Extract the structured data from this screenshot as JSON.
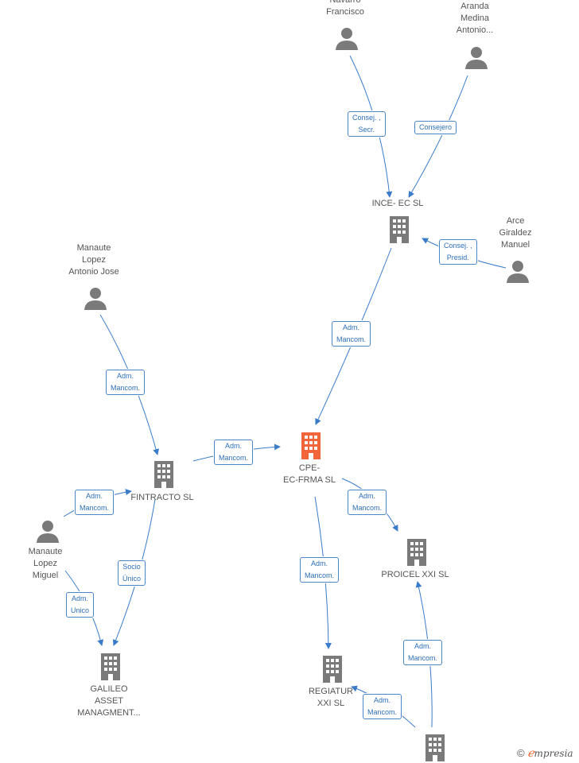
{
  "colors": {
    "edge": "#3a7cc9",
    "company": "#7a7a7a",
    "focus": "#f2643a",
    "person": "#7a7a7a"
  },
  "nodes": {
    "navarro": {
      "label": "Navarro\nFrancisco"
    },
    "aranda": {
      "label": "Aranda\nMedina\nAntonio..."
    },
    "ince": {
      "label": "INCE- EC  SL"
    },
    "arce": {
      "label": "Arce\nGiraldez\nManuel"
    },
    "manaute_aj": {
      "label": "Manaute\nLopez\nAntonio Jose"
    },
    "fintracto": {
      "label": "FINTRACTO  SL"
    },
    "cpe": {
      "label": "CPE-\nEC-FRMA  SL"
    },
    "manaute_m": {
      "label": "Manaute\nLopez\nMiguel"
    },
    "proicel": {
      "label": "PROICEL XXI  SL"
    },
    "galileo": {
      "label": "GALILEO\nASSET\nMANAGMENT..."
    },
    "regiatur": {
      "label": "REGIATUR\nXXI  SL"
    }
  },
  "edge_labels": {
    "navarro_ince": "Consej. ,\nSecr.",
    "aranda_ince": "Consejero",
    "arce_ince": "Consej. ,\nPresid.",
    "ince_cpe": "Adm.\nMancom.",
    "manaute_aj_fintracto": "Adm.\nMancom.",
    "fintracto_cpe": "Adm.\nMancom.",
    "manaute_m_fintracto": "Adm.\nMancom.",
    "fintracto_galileo": "Socio\nÚnico",
    "manaute_m_galileo": "Adm.\nUnico",
    "cpe_proicel": "Adm.\nMancom.",
    "cpe_regiatur": "Adm.\nMancom.",
    "bottom_proicel": "Adm.\nMancom.",
    "bottom_regiatur": "Adm.\nMancom."
  },
  "footer": {
    "copyright": "©",
    "brand_e": "ℯ",
    "brand_rest": "mpresia"
  }
}
